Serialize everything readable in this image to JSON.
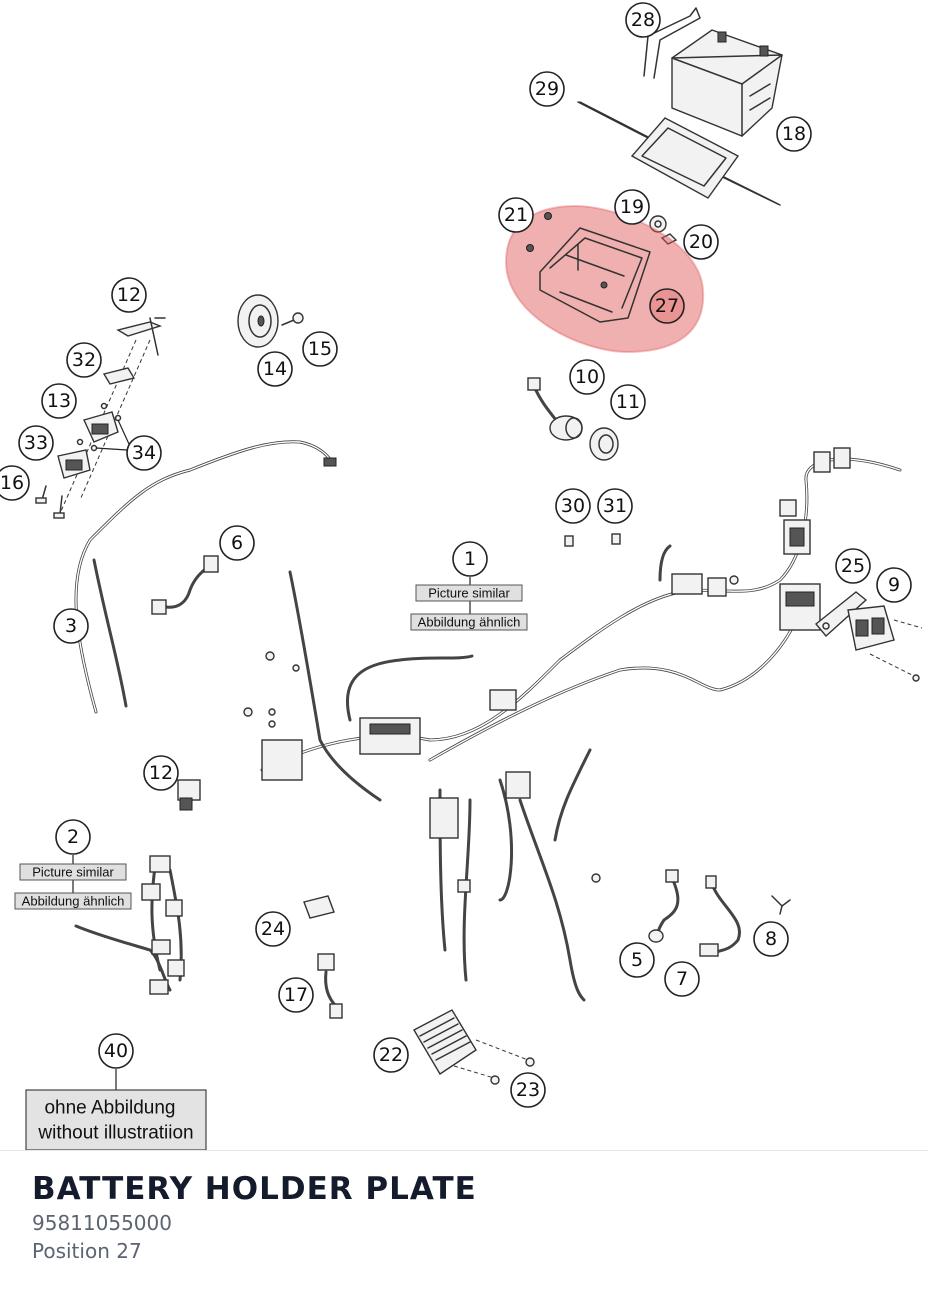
{
  "diagram": {
    "callouts": [
      "28",
      "29",
      "18",
      "19",
      "20",
      "21",
      "27",
      "12",
      "32",
      "13",
      "33",
      "34",
      "16",
      "14",
      "15",
      "10",
      "11",
      "30",
      "31",
      "6",
      "1",
      "3",
      "25",
      "9",
      "12",
      "2",
      "24",
      "5",
      "7",
      "8",
      "17",
      "22",
      "23",
      "40"
    ],
    "box_labels": {
      "picture_similar": "Picture similar",
      "abbildung_aehnlich": "Abbildung ähnlich"
    },
    "no_illustration": {
      "line1": "ohne Abbildung",
      "line2": "without illustratiion"
    },
    "highlight_color": "#e05050"
  },
  "part": {
    "name": "BATTERY HOLDER PLATE",
    "number": "95811055000",
    "position": "Position 27"
  }
}
